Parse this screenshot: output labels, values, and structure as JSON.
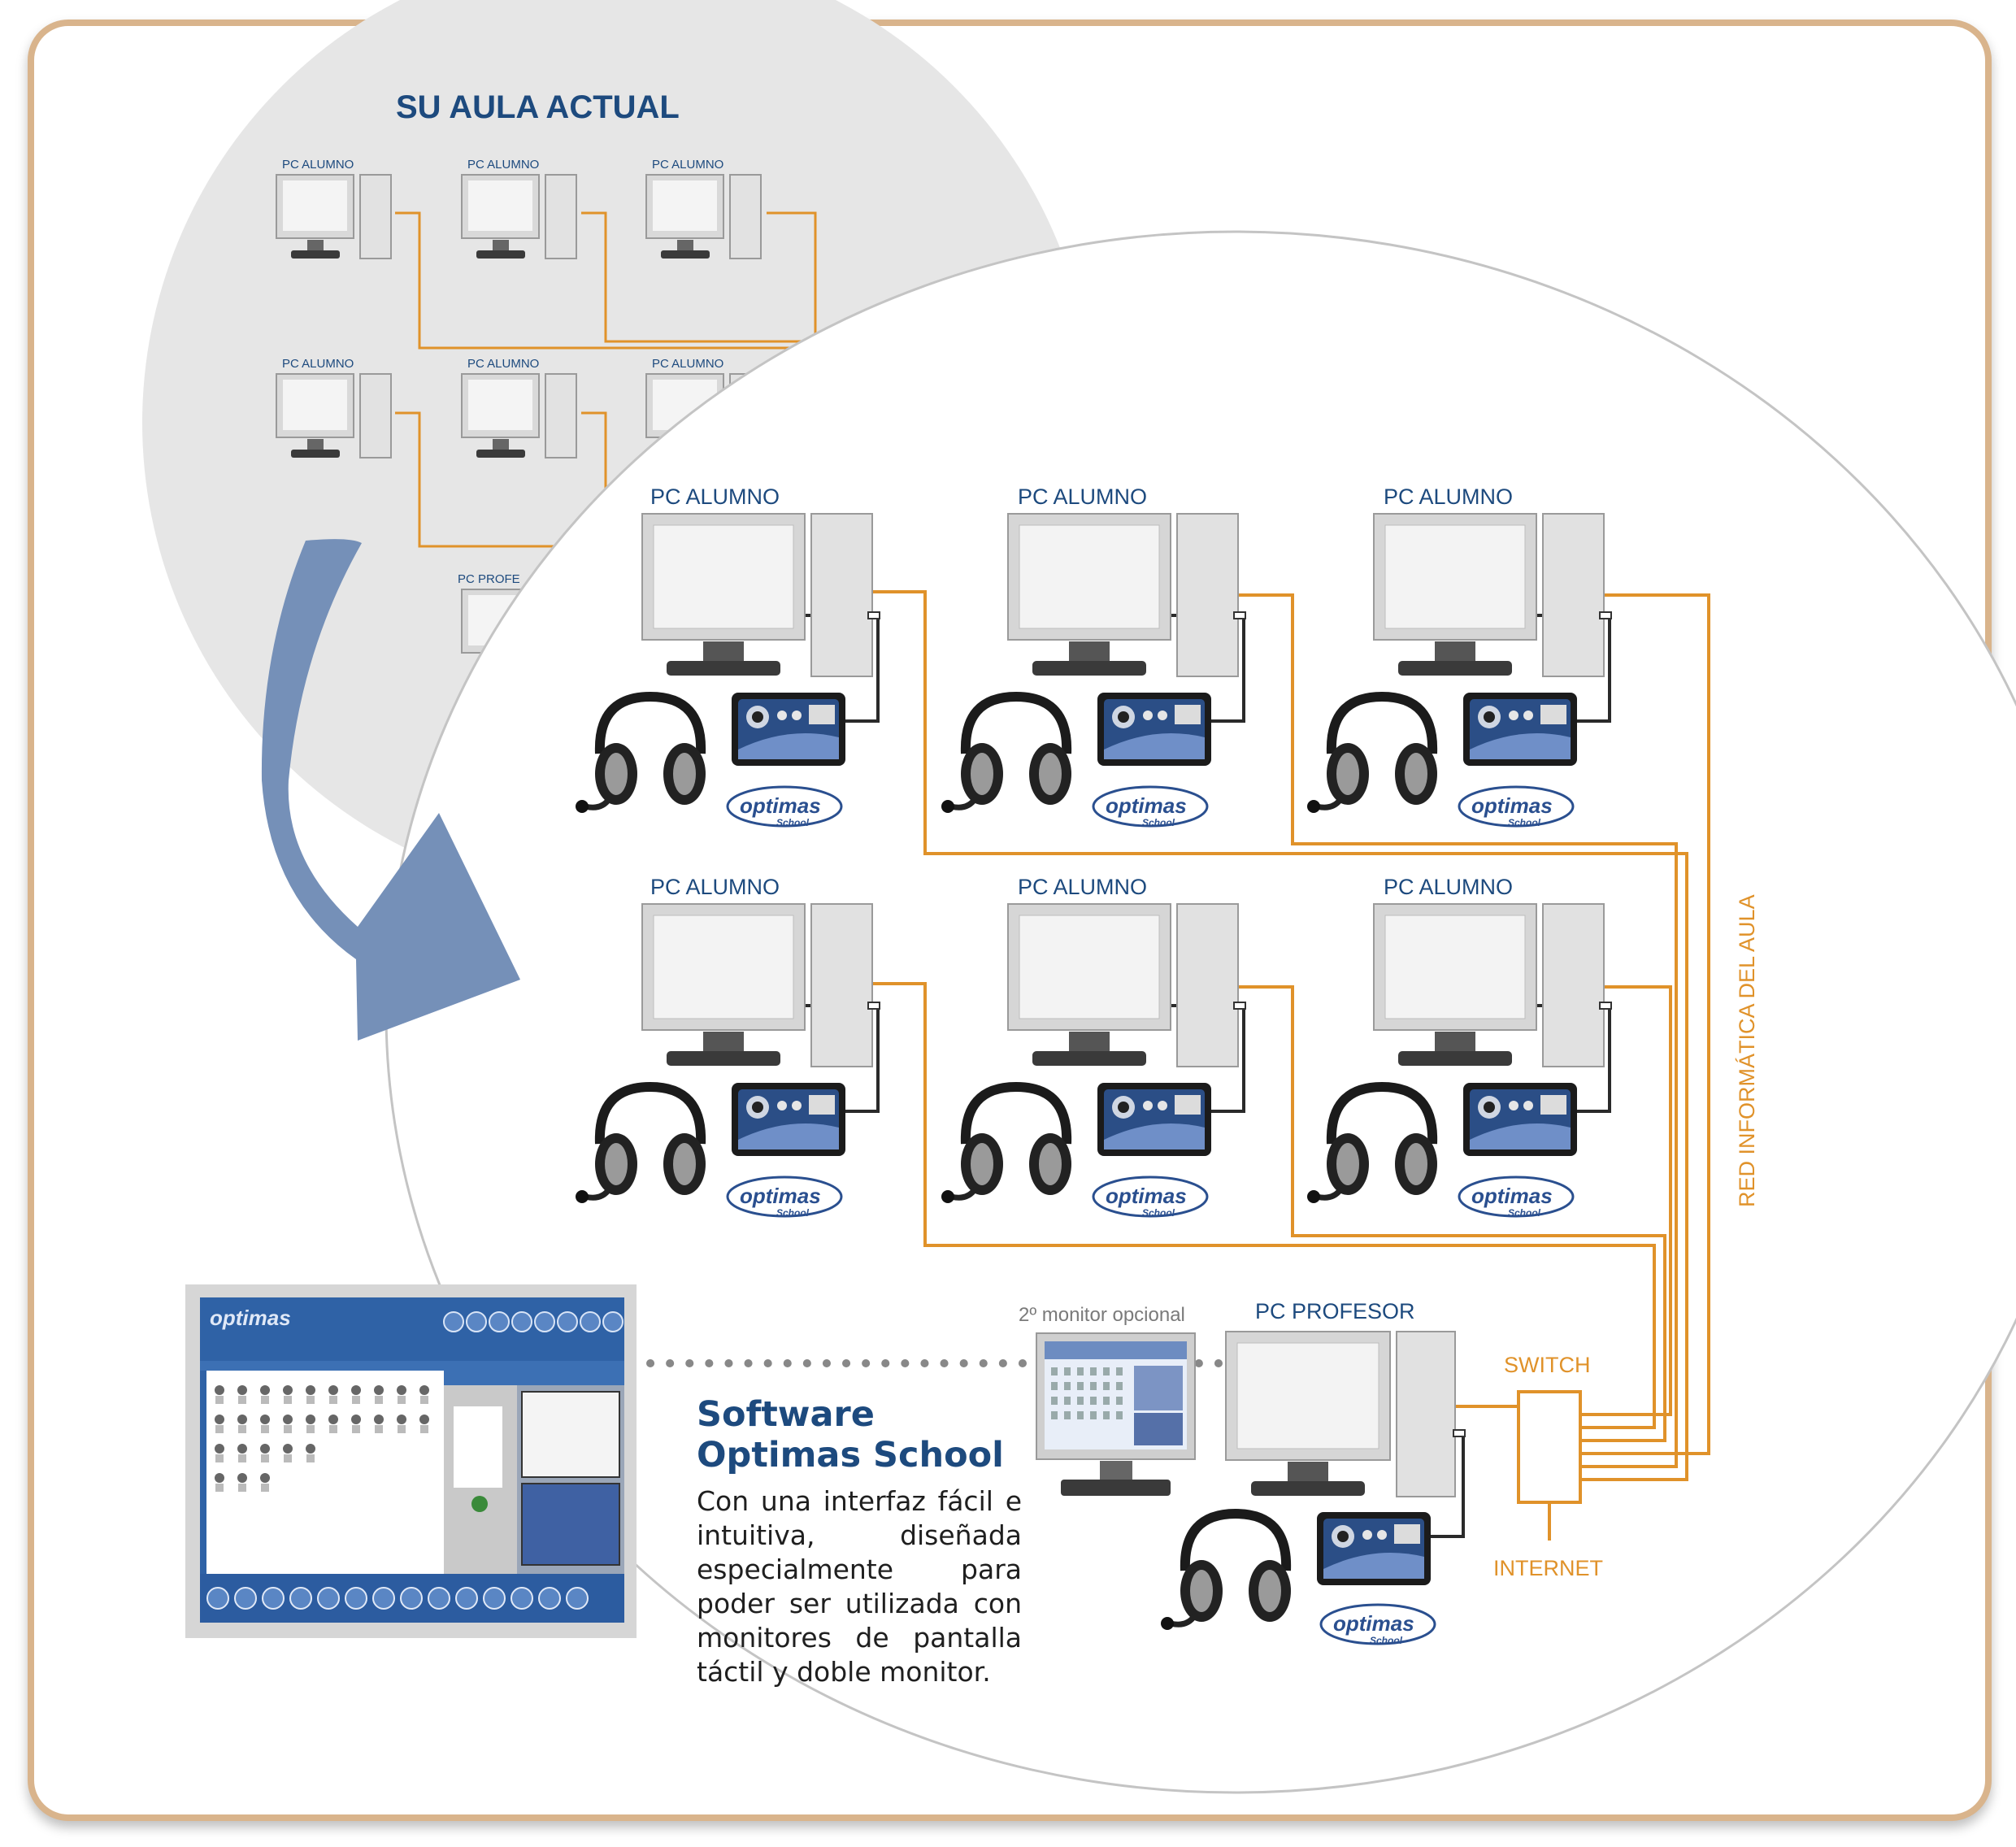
{
  "title": "SU AULA ACTUAL",
  "old_room": {
    "pc_labels": [
      "PC ALUMNO",
      "PC ALUMNO",
      "PC ALUMNO",
      "PC ALUMNO",
      "PC ALUMNO",
      "PC ALUMNO"
    ],
    "teacher_label": "PC PROFE"
  },
  "new_room": {
    "pc_labels": [
      "PC ALUMNO",
      "PC ALUMNO",
      "PC ALUMNO",
      "PC ALUMNO",
      "PC ALUMNO",
      "PC ALUMNO"
    ],
    "teacher_label": "PC PROFESOR",
    "second_monitor_label": "2º monitor opcional",
    "switch_label": "SWITCH",
    "internet_label": "INTERNET",
    "network_label": "RED INFORMÁTICA DEL AULA",
    "brand_logo": "optimas",
    "brand_sub": "School"
  },
  "software": {
    "title_line1": "Software",
    "title_line2": "Optimas School",
    "description": "Con una interfaz fácil e intuitiva, diseñada especialmente para poder ser utilizada con monitores de pantalla táctil y doble monitor."
  },
  "colors": {
    "frame": "#d9b48c",
    "network": "#e0922a",
    "heading": "#1d4a7e",
    "arrow": "#7590b8",
    "old_circle": "#e8e8e8"
  }
}
